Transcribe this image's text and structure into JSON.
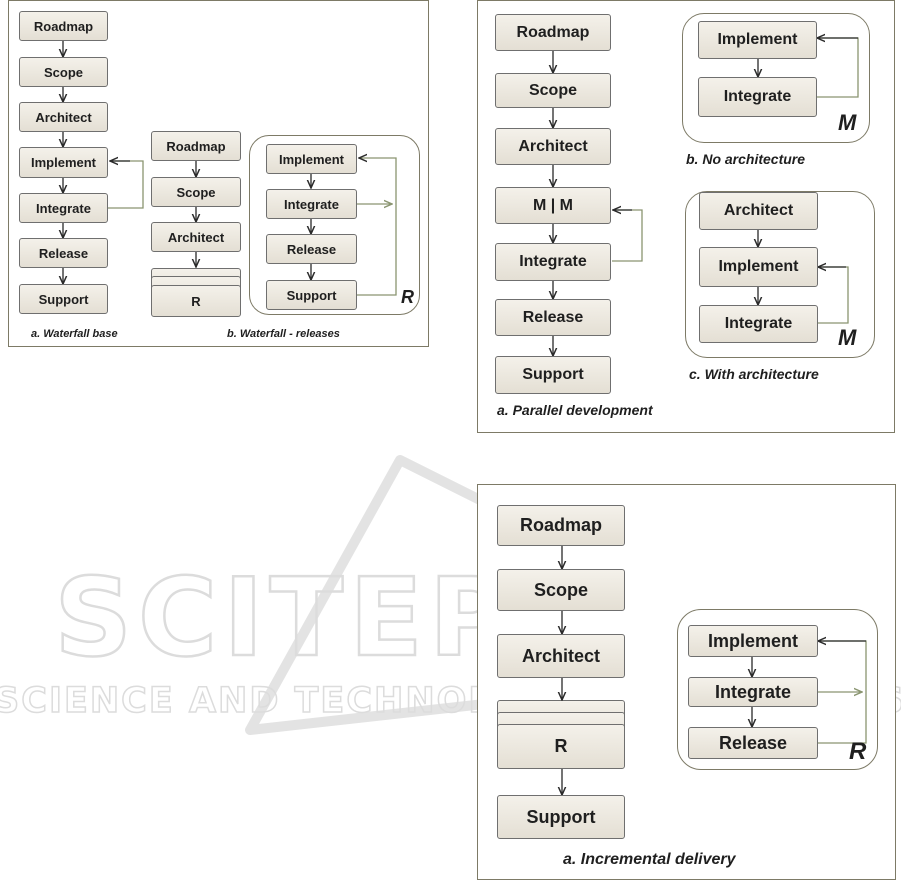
{
  "labels": {
    "roadmap": "Roadmap",
    "scope": "Scope",
    "architect": "Architect",
    "implement": "Implement",
    "integrate": "Integrate",
    "release": "Release",
    "support": "Support",
    "r": "R",
    "mm": "M | M"
  },
  "tags": {
    "r": "R",
    "m": "M"
  },
  "captions": {
    "waterfall_base": "a. Waterfall base",
    "waterfall_releases": "b. Waterfall - releases",
    "parallel_development": "a. Parallel development",
    "no_architecture": "b. No architecture",
    "with_architecture": "c. With architecture",
    "incremental_delivery": "a. Incremental delivery"
  },
  "watermark": {
    "title": "SCITEPRESS",
    "subtitle": "SCIENCE AND TECHNOLOGY PUBLICATIONS"
  },
  "colors": {
    "panel_border": "#7d7a66",
    "box_fill": "#ebe7de",
    "arrow": "#2a2a2a",
    "feedback_line": "#8a9570"
  }
}
